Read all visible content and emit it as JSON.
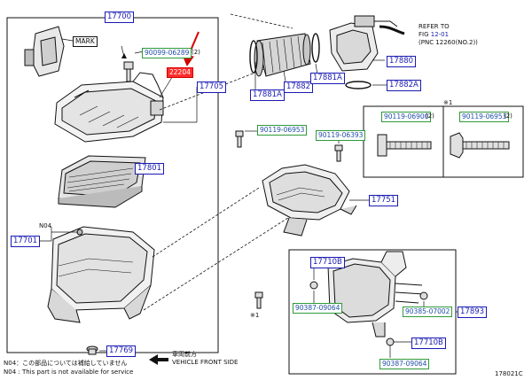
{
  "labels": {
    "p17700": "17700",
    "p90099": "90099-06289",
    "p90099_qty": "(2)",
    "mark": "MARK",
    "p22204": "22204",
    "p17705": "17705",
    "p17801": "17801",
    "p17701": "17701",
    "n04": "N04",
    "p17769": "17769",
    "p17882": "17882",
    "p17881a_1": "17881A",
    "p17881a_2": "17881A",
    "p17880": "17880",
    "p17882a": "17882A",
    "p90119_06953a": "90119-06953",
    "p90119_06393": "90119-06393",
    "p17751": "17751",
    "p90119_06900": "90119-06900",
    "p90119_06900_qty": "(2)",
    "p90119_06953b": "90119-06953",
    "p90119_06953b_qty": "(2)",
    "p17710b_1": "17710B",
    "p17710b_2": "17710B",
    "p90387_09064a": "90387-09064",
    "p90387_09064b": "90387-09064",
    "p90385_07002": "90385-07002",
    "p17893": "17893"
  },
  "notes": {
    "refer_line1": "REFER TO",
    "refer_fig_prefix": "FIG ",
    "refer_fig": "12-01",
    "refer_line3": "(PNC 12260(NO.2))",
    "star1_top": "※1",
    "star1_bottom": "※1",
    "front_jp": "車両前方",
    "front_en": "VEHICLE FRONT SIDE",
    "footnote_jp": "N04：この部品については補給していません",
    "footnote_en": "N04 : This part is not available for service",
    "diagram_id": "178021C"
  },
  "colors": {
    "label_border": "#1a1ab4",
    "label_text": "#1a1ab4",
    "green_border": "#2e9a3a",
    "highlight_fill": "#ff2d2d",
    "arrow": "#d40000",
    "line": "#111111"
  }
}
